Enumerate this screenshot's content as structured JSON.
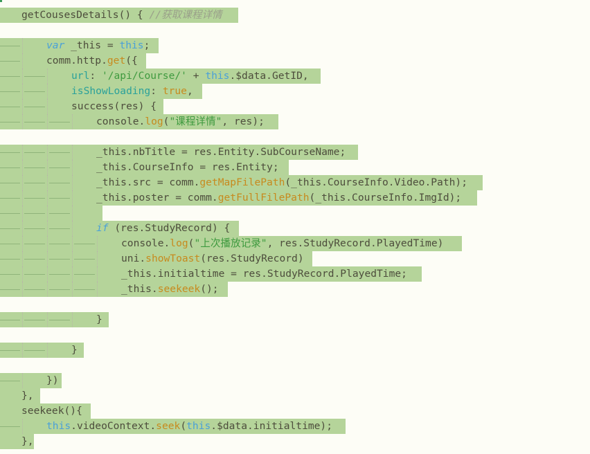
{
  "editor": {
    "colors": {
      "selection": "#b5d49a",
      "background": "#fdfdf6",
      "keyword": "#4aa0d8",
      "function": "#c78a1e",
      "string": "#3f9a3f"
    },
    "lines": [
      {
        "indent": 0,
        "tokens": [
          {
            "t": "getCousesDetails() { ",
            "c": "plain"
          },
          {
            "t": "//获取课程详情",
            "c": "cmt"
          }
        ]
      },
      {
        "indent": 0,
        "tokens": []
      },
      {
        "indent": 1,
        "tokens": [
          {
            "t": "var",
            "c": "kw"
          },
          {
            "t": " _this = ",
            "c": "plain"
          },
          {
            "t": "this",
            "c": "this"
          },
          {
            "t": ";",
            "c": "punc"
          }
        ]
      },
      {
        "indent": 1,
        "tokens": [
          {
            "t": "comm.http.",
            "c": "plain"
          },
          {
            "t": "get",
            "c": "fn"
          },
          {
            "t": "({",
            "c": "punc"
          }
        ]
      },
      {
        "indent": 2,
        "tokens": [
          {
            "t": "url",
            "c": "key"
          },
          {
            "t": ": ",
            "c": "punc"
          },
          {
            "t": "'/api/Course/'",
            "c": "str"
          },
          {
            "t": " + ",
            "c": "punc"
          },
          {
            "t": "this",
            "c": "this"
          },
          {
            "t": ".$data.",
            "c": "plain"
          },
          {
            "t": "GetID",
            "c": "plain"
          },
          {
            "t": ",",
            "c": "punc"
          }
        ]
      },
      {
        "indent": 2,
        "tokens": [
          {
            "t": "isShowLoading",
            "c": "key"
          },
          {
            "t": ": ",
            "c": "punc"
          },
          {
            "t": "true",
            "c": "bool"
          },
          {
            "t": ",",
            "c": "punc"
          }
        ]
      },
      {
        "indent": 2,
        "tokens": [
          {
            "t": "success(res) {",
            "c": "plain"
          }
        ]
      },
      {
        "indent": 3,
        "tokens": [
          {
            "t": "console.",
            "c": "plain"
          },
          {
            "t": "log",
            "c": "fn"
          },
          {
            "t": "(",
            "c": "punc"
          },
          {
            "t": "\"课程详情\"",
            "c": "str"
          },
          {
            "t": ", res);",
            "c": "plain"
          }
        ]
      },
      {
        "indent": 0,
        "tokens": []
      },
      {
        "indent": 3,
        "tokens": [
          {
            "t": "_this.nbTitle = res.",
            "c": "plain"
          },
          {
            "t": "Entity",
            "c": "plain"
          },
          {
            "t": ".SubCourseName;",
            "c": "plain"
          }
        ]
      },
      {
        "indent": 3,
        "tokens": [
          {
            "t": "_this.CourseInfo = res.",
            "c": "plain"
          },
          {
            "t": "Entity",
            "c": "plain"
          },
          {
            "t": ";",
            "c": "punc"
          }
        ]
      },
      {
        "indent": 3,
        "tokens": [
          {
            "t": "_this.src = comm.",
            "c": "plain"
          },
          {
            "t": "getMapFilePath",
            "c": "fn"
          },
          {
            "t": "(_this.CourseInfo.Video.Path);",
            "c": "plain"
          }
        ]
      },
      {
        "indent": 3,
        "tokens": [
          {
            "t": "_this.poster = comm.",
            "c": "plain"
          },
          {
            "t": "getFullFilePath",
            "c": "fn"
          },
          {
            "t": "(_this.CourseInfo.ImgId);",
            "c": "plain"
          }
        ]
      },
      {
        "indent": 3,
        "tokens": []
      },
      {
        "indent": 3,
        "tokens": [
          {
            "t": "if",
            "c": "kw"
          },
          {
            "t": " (res.StudyRecord) {",
            "c": "plain"
          }
        ]
      },
      {
        "indent": 4,
        "tokens": [
          {
            "t": "console.",
            "c": "plain"
          },
          {
            "t": "log",
            "c": "fn"
          },
          {
            "t": "(",
            "c": "punc"
          },
          {
            "t": "\"上次播放记录\"",
            "c": "str"
          },
          {
            "t": ", res.StudyRecord.PlayedTime)",
            "c": "plain"
          }
        ]
      },
      {
        "indent": 4,
        "tokens": [
          {
            "t": "uni.",
            "c": "plain"
          },
          {
            "t": "showToast",
            "c": "fn"
          },
          {
            "t": "(res.StudyRecord)",
            "c": "plain"
          }
        ]
      },
      {
        "indent": 4,
        "tokens": [
          {
            "t": "_this.initialtime = res.StudyRecord.PlayedTime;",
            "c": "plain"
          }
        ]
      },
      {
        "indent": 4,
        "tokens": [
          {
            "t": "_this.",
            "c": "plain"
          },
          {
            "t": "seekeek",
            "c": "fn"
          },
          {
            "t": "();",
            "c": "punc"
          }
        ]
      },
      {
        "indent": 0,
        "tokens": []
      },
      {
        "indent": 3,
        "tokens": [
          {
            "t": "}",
            "c": "punc"
          }
        ]
      },
      {
        "indent": 0,
        "tokens": []
      },
      {
        "indent": 2,
        "tokens": [
          {
            "t": "}",
            "c": "punc"
          }
        ]
      },
      {
        "indent": 0,
        "tokens": []
      },
      {
        "indent": 1,
        "tokens": [
          {
            "t": "})",
            "c": "punc"
          }
        ]
      },
      {
        "indent": 0,
        "tokens": [
          {
            "t": "},",
            "c": "punc"
          }
        ]
      },
      {
        "indent": 0,
        "tokens": [
          {
            "t": "seekeek(){",
            "c": "plain"
          }
        ]
      },
      {
        "indent": 1,
        "tokens": [
          {
            "t": "this",
            "c": "this"
          },
          {
            "t": ".videoContext.",
            "c": "plain"
          },
          {
            "t": "seek",
            "c": "fn"
          },
          {
            "t": "(",
            "c": "punc"
          },
          {
            "t": "this",
            "c": "this"
          },
          {
            "t": ".$data.initialtime);",
            "c": "plain"
          }
        ]
      },
      {
        "indent": 0,
        "tokens": [
          {
            "t": "},",
            "c": "punc"
          }
        ]
      }
    ]
  }
}
